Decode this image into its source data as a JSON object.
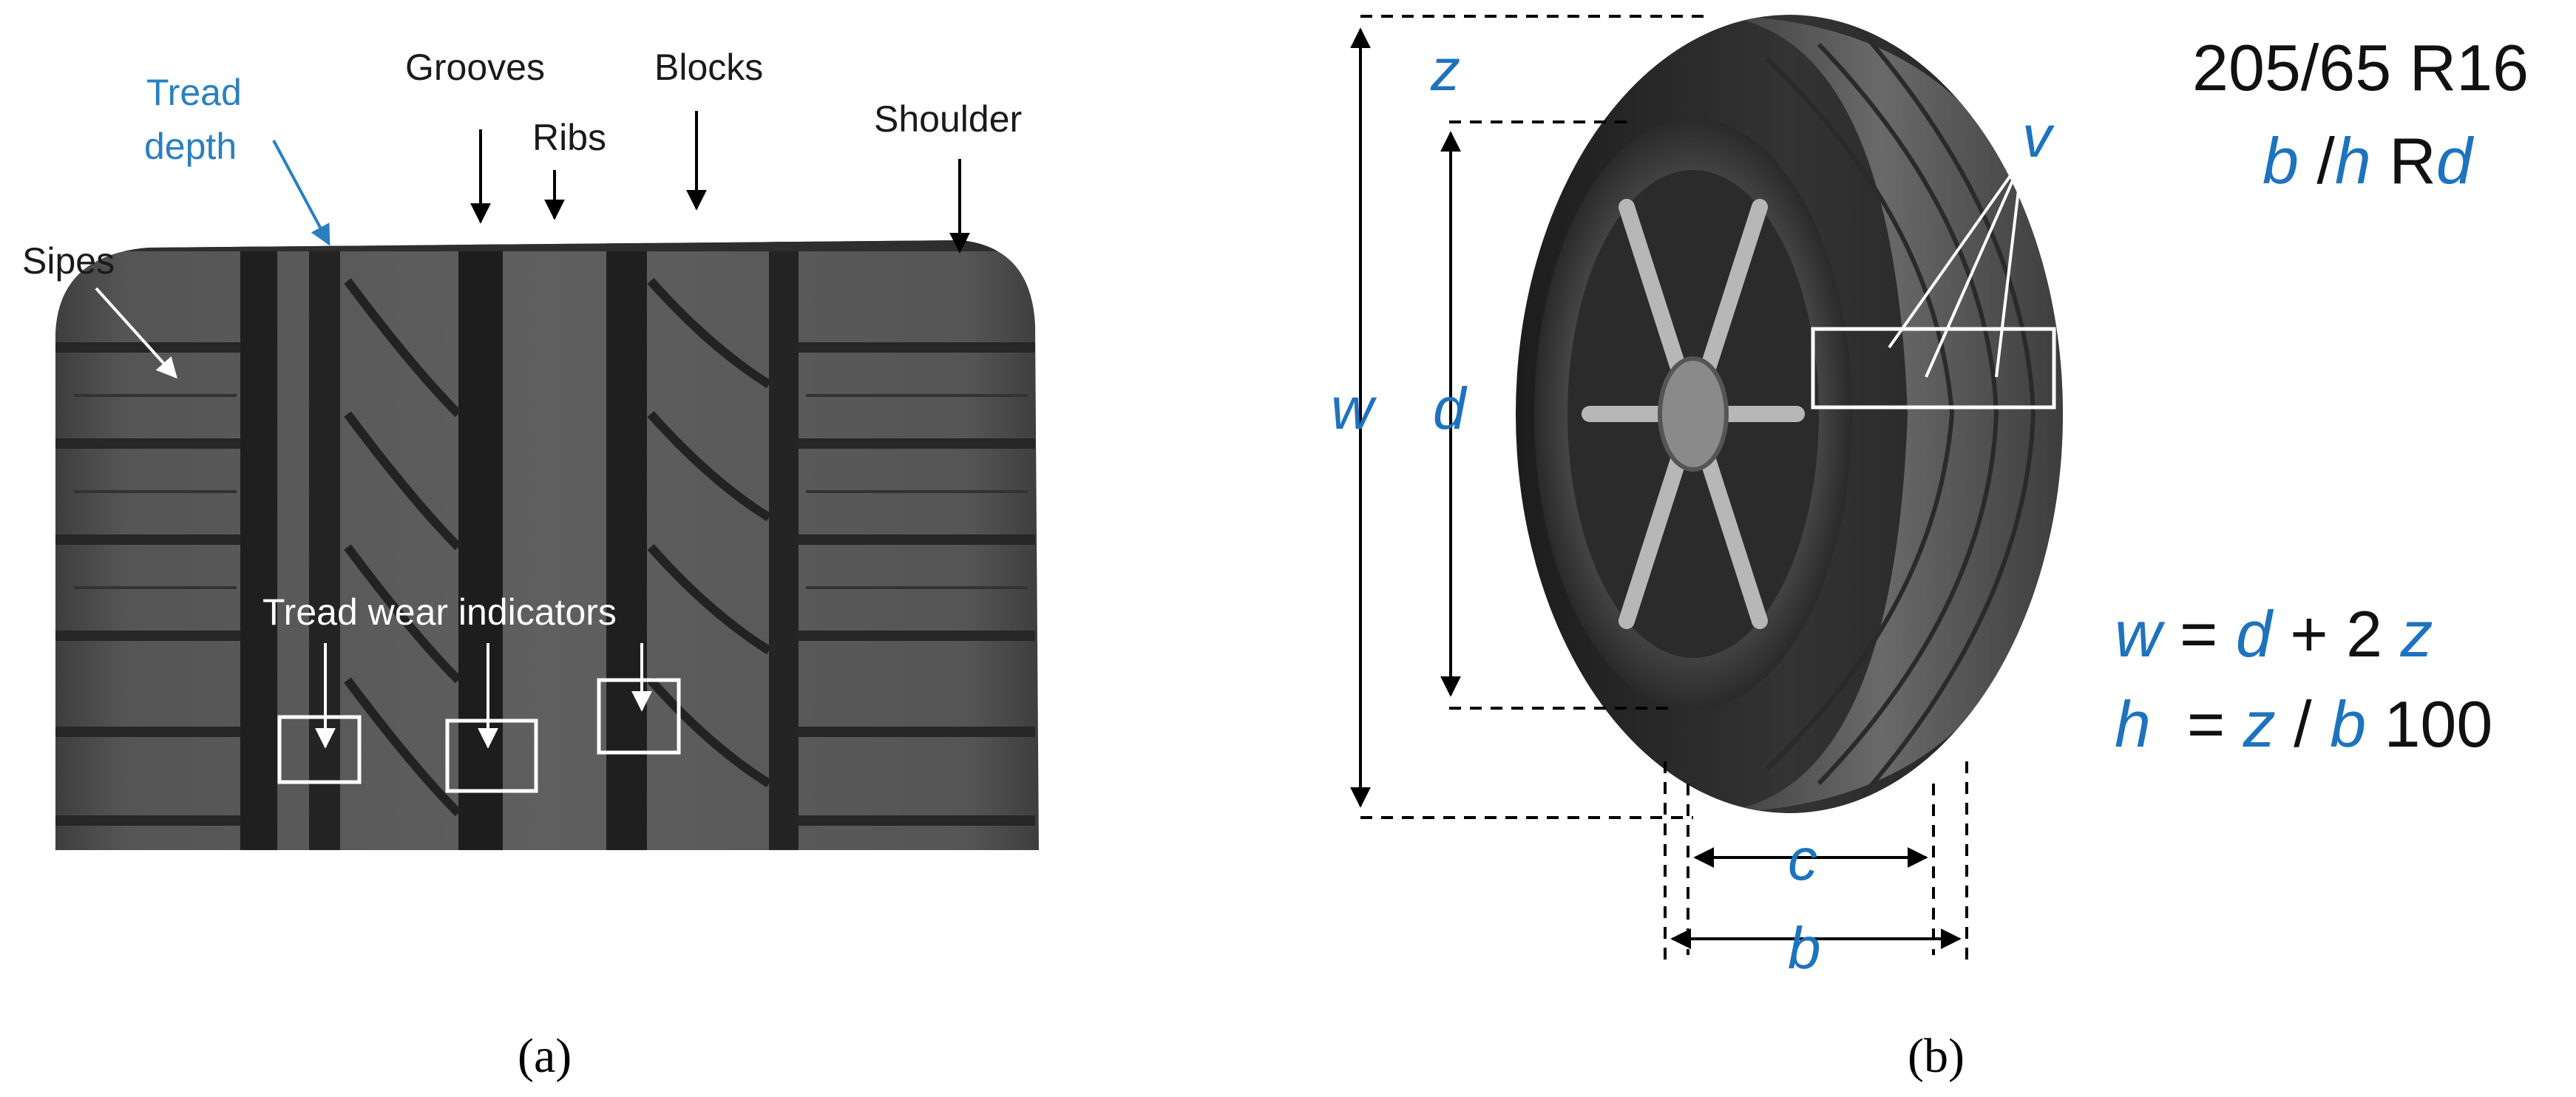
{
  "panel_a": {
    "labels": {
      "tread_depth_1": "Tread",
      "tread_depth_2": "depth",
      "grooves": "Grooves",
      "ribs": "Ribs",
      "blocks": "Blocks",
      "shoulder": "Shoulder",
      "sipes": "Sipes",
      "tread_wear_indicators": "Tread wear indicators"
    },
    "caption": "(a)"
  },
  "panel_b": {
    "dimensions": {
      "w": "w",
      "z": "z",
      "d": "d",
      "v": "v",
      "c": "c",
      "b": "b"
    },
    "tire_size": {
      "code": "205/65 R16",
      "legend_b": "b",
      "legend_sep": " /",
      "legend_h": "h",
      "legend_R": " R",
      "legend_d": "d"
    },
    "formula_1": {
      "lhs": "w",
      "eq": " = ",
      "d": "d",
      "plus": " + 2 ",
      "z": "z"
    },
    "formula_2": {
      "lhs": "h",
      "eq": "  = ",
      "z": "z",
      "div": " / ",
      "b": "b",
      "mult": " 100"
    },
    "caption": "(b)"
  },
  "colors": {
    "accent_blue": "#1e73be",
    "label_blue": "#2a7fc1",
    "rubber_dark": "#2b2b2b",
    "rubber_mid": "#4a4a4a"
  }
}
